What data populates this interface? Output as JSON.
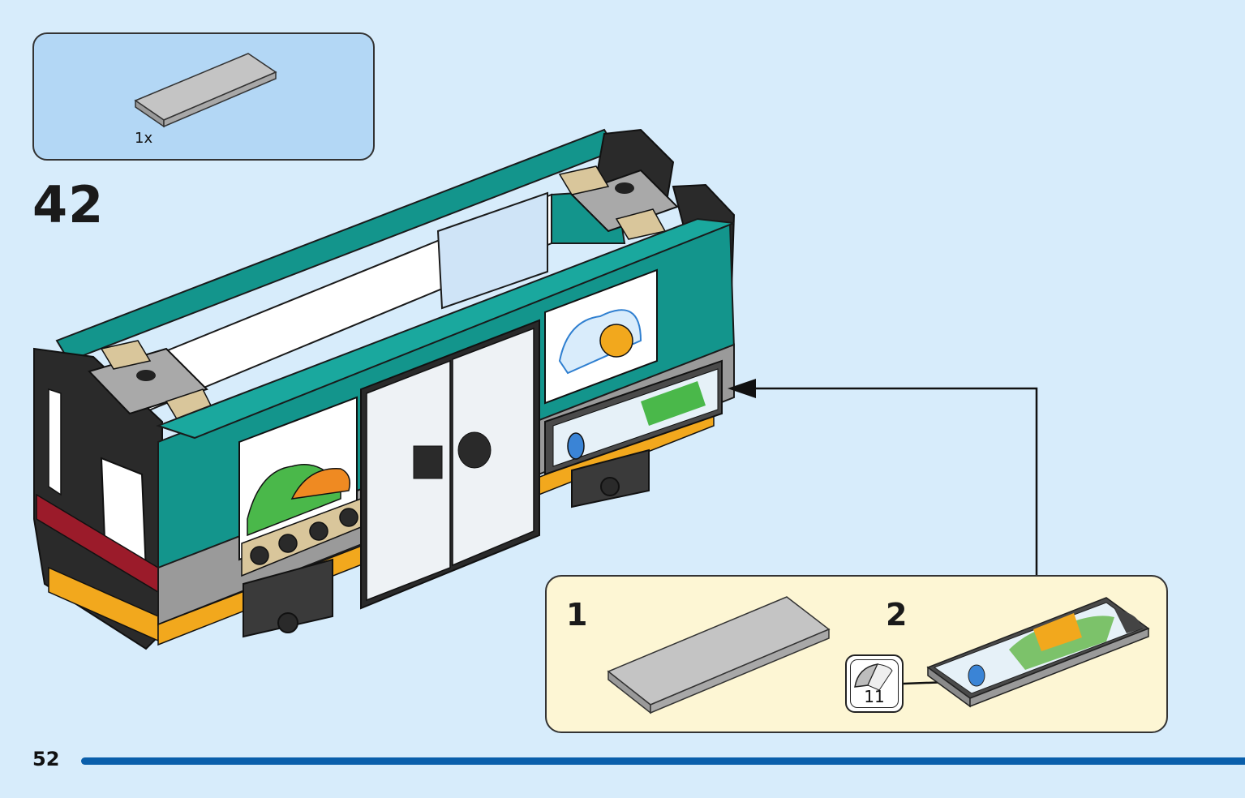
{
  "parts_callout": {
    "quantity": "1x"
  },
  "step": {
    "number": "42"
  },
  "sub_assembly": {
    "step1_number": "1",
    "step2_number": "2",
    "sticker_number": "11"
  },
  "page": {
    "number": "52"
  },
  "colors": {
    "page_background": "#d7ecfb",
    "parts_callout_background": "#b3d7f5",
    "sub_callout_background": "#fdf6d4",
    "tram_teal": "#13958c",
    "tile_gray": "#b8b8b8",
    "footer_rule": "#0a5fab"
  }
}
